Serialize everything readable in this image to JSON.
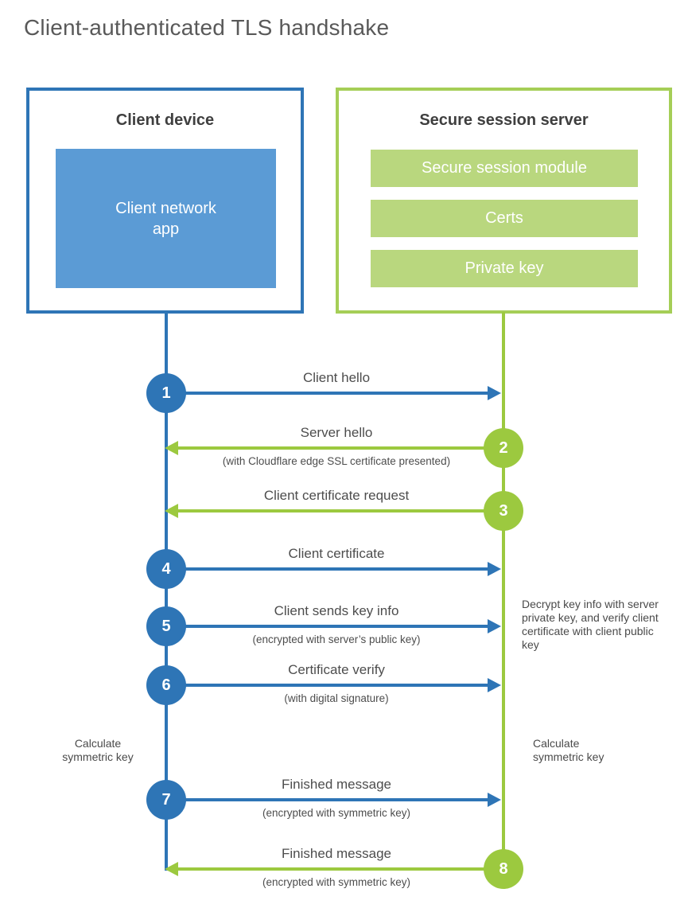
{
  "title": "Client-authenticated TLS handshake",
  "colors": {
    "blue": "#2E75B6",
    "blue_light": "#5B9BD5",
    "green": "#9CC93F",
    "green_border": "#A5CE57",
    "green_bar": "#B9D77E",
    "label_text": "#4D4D4D"
  },
  "client_box": {
    "title": "Client device",
    "app_label": "Client network app"
  },
  "server_box": {
    "title": "Secure session server",
    "modules": [
      "Secure session module",
      "Certs",
      "Private key"
    ]
  },
  "steps": [
    {
      "num": "1",
      "label": "Client hello",
      "sub": "",
      "direction": "client-to-server",
      "actor": "client"
    },
    {
      "num": "2",
      "label": "Server hello",
      "sub": "(with Cloudflare edge SSL certificate presented)",
      "direction": "server-to-client",
      "actor": "server"
    },
    {
      "num": "3",
      "label": "Client certificate request",
      "sub": "",
      "direction": "server-to-client",
      "actor": "server"
    },
    {
      "num": "4",
      "label": "Client certificate",
      "sub": "",
      "direction": "client-to-server",
      "actor": "client"
    },
    {
      "num": "5",
      "label": "Client sends key info",
      "sub": "(encrypted with server’s public key)",
      "direction": "client-to-server",
      "actor": "client"
    },
    {
      "num": "6",
      "label": "Certificate verify",
      "sub": "(with digital signature)",
      "direction": "client-to-server",
      "actor": "client"
    },
    {
      "num": "7",
      "label": "Finished message",
      "sub": "(encrypted with symmetric key)",
      "direction": "client-to-server",
      "actor": "client"
    },
    {
      "num": "8",
      "label": "Finished message",
      "sub": "(encrypted with symmetric key)",
      "direction": "server-to-client",
      "actor": "server"
    }
  ],
  "annotations": {
    "decrypt_note": "Decrypt key info with server private key, and verify client certificate with client public key",
    "calc_left": "Calculate symmetric key",
    "calc_right": "Calculate symmetric key"
  }
}
